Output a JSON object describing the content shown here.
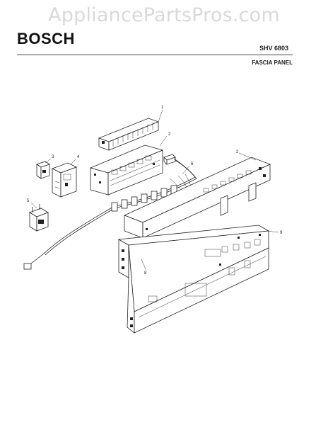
{
  "watermark": {
    "text": "AppliancePartsPros.com"
  },
  "header": {
    "brand": "BOSCH",
    "model": "SHV 6803",
    "section": "FASCIA PANEL"
  },
  "callouts": [
    {
      "id": "c1",
      "label": "1"
    },
    {
      "id": "c2a",
      "label": "2"
    },
    {
      "id": "c2b",
      "label": "2"
    },
    {
      "id": "c3",
      "label": "3"
    },
    {
      "id": "c4",
      "label": "4"
    },
    {
      "id": "c5",
      "label": "5"
    },
    {
      "id": "c6",
      "label": "6"
    },
    {
      "id": "c8",
      "label": "8"
    },
    {
      "id": "c9",
      "label": "9"
    }
  ]
}
